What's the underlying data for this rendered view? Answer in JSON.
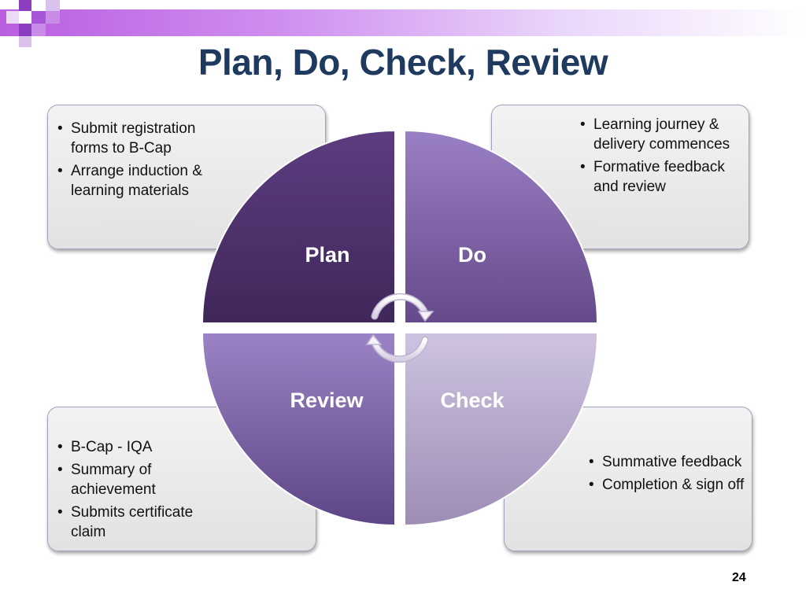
{
  "slide": {
    "title": "Plan, Do, Check, Review",
    "page_number": "24"
  },
  "quadrants": {
    "plan": "Plan",
    "do": "Do",
    "review": "Review",
    "check": "Check"
  },
  "boxes": {
    "plan": [
      "Submit registration forms to B-Cap",
      "Arrange induction & learning materials"
    ],
    "do": [
      "Learning journey & delivery commences",
      "Formative feedback and review"
    ],
    "review": [
      "B-Cap - IQA",
      "Summary of achievement",
      "Submits certificate claim"
    ],
    "check": [
      "Summative feedback",
      "Completion & sign off"
    ]
  },
  "colors": {
    "title": "#1f3a5f",
    "plan_quadrant": "#4a2d66",
    "do_quadrant": "#74589c",
    "review_quadrant": "#785fa3",
    "check_quadrant": "#b3a4cc",
    "banner": "#b95ee0"
  },
  "icons": [
    "circular-arrows-icon"
  ]
}
